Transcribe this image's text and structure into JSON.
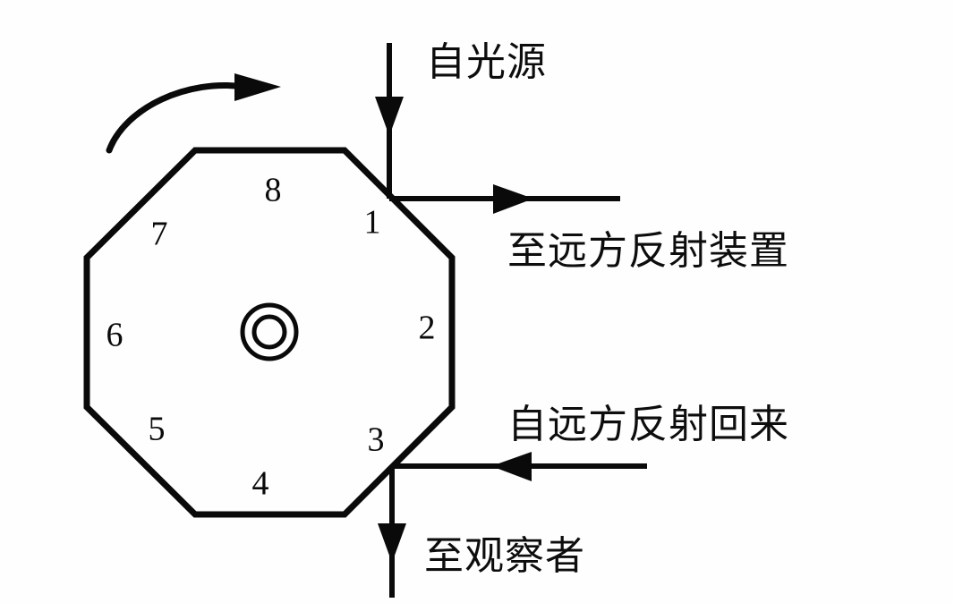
{
  "figure": {
    "title": "rotating-octagonal-mirror-diagram",
    "background_color": "#fefefe",
    "ink_color": "#0a0a0a"
  },
  "mirror": {
    "shape": "octagon",
    "facet_labels": [
      "1",
      "2",
      "3",
      "4",
      "5",
      "6",
      "7",
      "8"
    ],
    "hub": {
      "outer_label": "axle-outer-ring",
      "inner_label": "axle-inner-ring"
    }
  },
  "rotation": {
    "indicator": "curved-arrow-clockwise"
  },
  "rays": [
    {
      "id": "from-light-source",
      "label": "自光源",
      "direction": "down"
    },
    {
      "id": "to-distant-reflector",
      "label": "至远方反射装置",
      "direction": "right"
    },
    {
      "id": "reflected-back-from-afar",
      "label": "自远方反射回来",
      "direction": "left"
    },
    {
      "id": "to-observer",
      "label": "至观察者",
      "direction": "down"
    }
  ]
}
